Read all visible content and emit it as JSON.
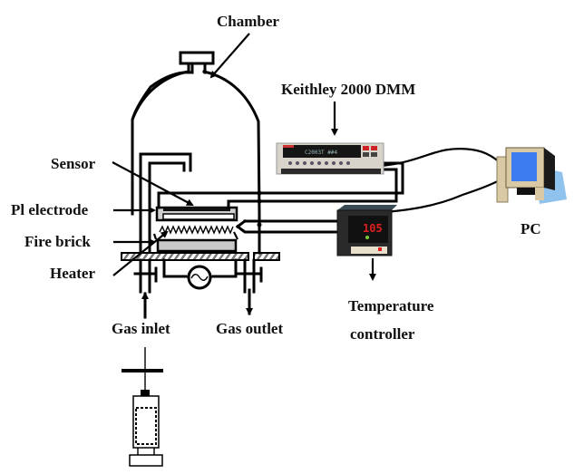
{
  "title": "Gas sensing measurement setup",
  "labels": {
    "chamber": "Chamber",
    "dmm": "Keithley 2000 DMM",
    "sensor": "Sensor",
    "electrode": "Pl electrode",
    "fire_brick": "Fire brick",
    "heater": "Heater",
    "gas_inlet": "Gas inlet",
    "gas_outlet": "Gas outlet",
    "pc": "PC",
    "temp_controller_line1": "Temperature",
    "temp_controller_line2": "controller"
  },
  "devices": {
    "dmm_display": "C2003T ##4",
    "controller_display": "105"
  },
  "colors": {
    "line": "#000000",
    "monitor_screen": "#3c7cf0",
    "monitor_shadow": "#8fc3ee",
    "pc_body": "#d9c9a4",
    "controller_body": "#2a2a2a",
    "controller_led": "#e02020",
    "dmm_body": "#d8d4cc",
    "dmm_display_bg": "#151515",
    "brick_fill": "#c8c8c8"
  }
}
